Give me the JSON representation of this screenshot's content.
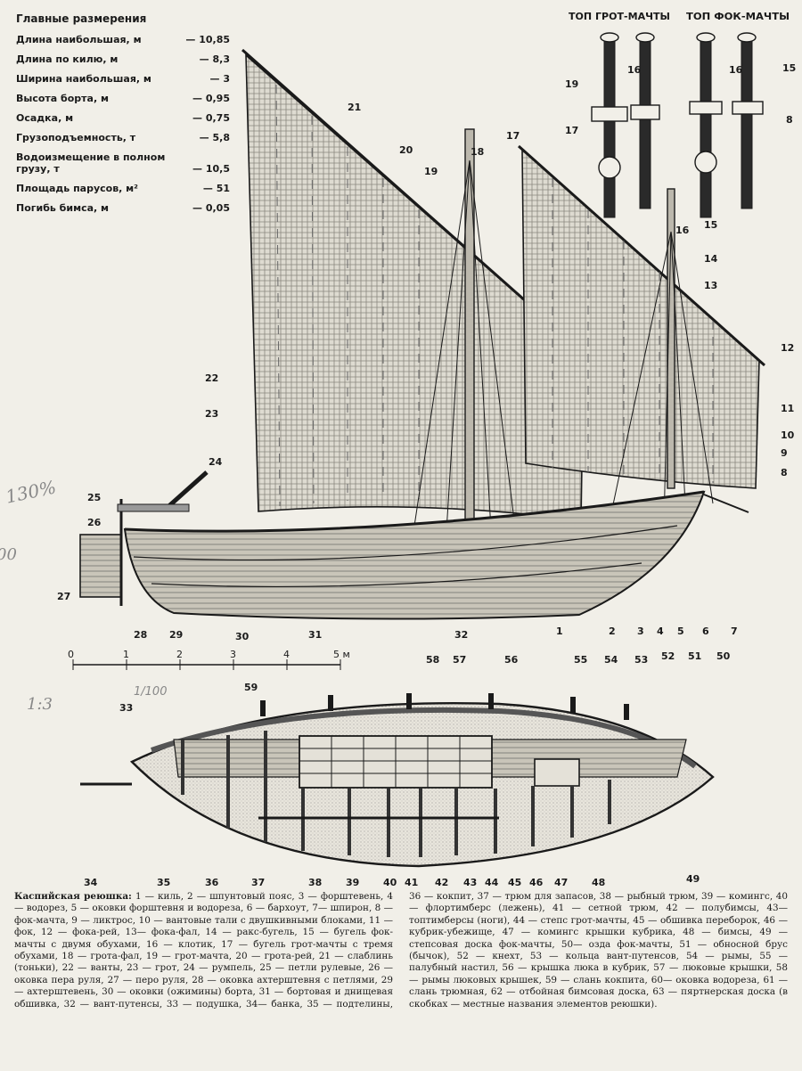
{
  "dimensions": {
    "title": "Главные размерения",
    "rows": [
      {
        "label": "Длина наибольшая, м",
        "value": "— 10,85"
      },
      {
        "label": "Длина по килю, м",
        "value": "— 8,3"
      },
      {
        "label": "Ширина наибольшая, м",
        "value": "— 3"
      },
      {
        "label": "Высота борта, м",
        "value": "— 0,95"
      },
      {
        "label": "Осадка, м",
        "value": "— 0,75"
      },
      {
        "label": "Грузоподъемность, т",
        "value": "— 5,8"
      },
      {
        "label": "Водоизмещение в полном грузу, т",
        "value": "— 10,5"
      },
      {
        "label": "Площадь парусов, м²",
        "value": "— 51"
      },
      {
        "label": "Погибь бимса, м",
        "value": "— 0,05"
      }
    ]
  },
  "insets": {
    "mainmast_head": "ТОП ГРОТ-МАЧТЫ",
    "foremast_head": "ТОП ФОК-МАЧТЫ"
  },
  "scale": {
    "ticks": [
      "0",
      "1",
      "2",
      "3",
      "4",
      "5 м"
    ],
    "note": "1/100"
  },
  "handwritten": {
    "pct": "130%",
    "num": "1:3",
    "left": "00"
  },
  "callouts": {
    "side_view": [
      {
        "n": "1"
      },
      {
        "n": "2"
      },
      {
        "n": "3"
      },
      {
        "n": "4"
      },
      {
        "n": "5"
      },
      {
        "n": "6"
      },
      {
        "n": "7"
      },
      {
        "n": "8"
      },
      {
        "n": "9"
      },
      {
        "n": "10"
      },
      {
        "n": "11"
      },
      {
        "n": "12"
      },
      {
        "n": "13"
      },
      {
        "n": "14"
      },
      {
        "n": "15"
      },
      {
        "n": "16"
      },
      {
        "n": "17"
      },
      {
        "n": "18"
      },
      {
        "n": "19"
      },
      {
        "n": "20"
      },
      {
        "n": "21"
      },
      {
        "n": "22"
      },
      {
        "n": "23"
      },
      {
        "n": "24"
      },
      {
        "n": "25"
      },
      {
        "n": "26"
      },
      {
        "n": "27"
      },
      {
        "n": "28"
      },
      {
        "n": "29"
      },
      {
        "n": "30"
      },
      {
        "n": "31"
      },
      {
        "n": "32"
      }
    ],
    "plan_view": [
      {
        "n": "33"
      },
      {
        "n": "34"
      },
      {
        "n": "35"
      },
      {
        "n": "36"
      },
      {
        "n": "37"
      },
      {
        "n": "38"
      },
      {
        "n": "39"
      },
      {
        "n": "40"
      },
      {
        "n": "41"
      },
      {
        "n": "42"
      },
      {
        "n": "43"
      },
      {
        "n": "44"
      },
      {
        "n": "45"
      },
      {
        "n": "46"
      },
      {
        "n": "47"
      },
      {
        "n": "48"
      },
      {
        "n": "49"
      },
      {
        "n": "50"
      },
      {
        "n": "51"
      },
      {
        "n": "52"
      },
      {
        "n": "53"
      },
      {
        "n": "54"
      },
      {
        "n": "55"
      },
      {
        "n": "56"
      },
      {
        "n": "57"
      },
      {
        "n": "58"
      },
      {
        "n": "59"
      }
    ],
    "inset_main": [
      "16",
      "19",
      "17"
    ],
    "inset_fore": [
      "16",
      "15",
      "8"
    ]
  },
  "legend": {
    "title": "Каспийская реюшка:",
    "text": "1 — киль, 2 — шпунтовый пояс, 3 — форштевень, 4 — водорез, 5 — оковки форштевня и водореза, 6 — бархоут, 7— шпирон, 8 — фок-мачта, 9 — ликтрос, 10 — вантовые тали с двушкивными блоками, 11 — фок, 12 — фока-рей, 13— фока-фал, 14 — ракс-бугель, 15 — бугель фок-мачты с двумя обухами, 16 — клотик, 17 — бугель грот-мачты с тремя обухами, 18 — грота-фал, 19 — грот-мачта, 20 — грота-рей, 21 — слаблинь (тоньки), 22 — ванты, 23 — грот, 24 — румпель, 25 — петли рулевые, 26 — оковка пера руля, 27 — перо руля, 28 — оковка ахтерштевня с петлями, 29 — ахтерштевень, 30 — оковки (ожимины) борта, 31 — бортовая и днищевая обшивка, 32 — вант-путенсы, 33 — подушка, 34— банка, 35 — подтелины, 36 — кокпит, 37 — трюм для запасов, 38 — рыбный трюм, 39 — комингс, 40 — флортимберс (лежень), 41 — сетной трюм, 42 — полубимсы, 43— топтимберсы (ноги), 44 — степс грот-мачты, 45 — обшивка переборок, 46 — кубрик-убежище, 47 — комингс крышки кубрика, 48 — бимсы, 49 — степсовая доска фок-мачты, 50— озда фок-мачты, 51 — обносной брус (бычок), 52 — кнехт, 53 — кольца вант-путенсов, 54 — рымы, 55 — палубный настил, 56 — крышка люка в кубрик, 57 — люковые крышки, 58 — рымы люковых крышек, 59 — слань кокпита, 60— оковка водореза, 61 — слань трюмная, 62 — отбойная бимсовая доска, 63 — пяртнерская доска (в скобках — местные названия элементов реюшки)."
  },
  "colors": {
    "ink": "#1a1a1a",
    "paper": "#f1efe8",
    "sail": "#d4d1c6"
  }
}
